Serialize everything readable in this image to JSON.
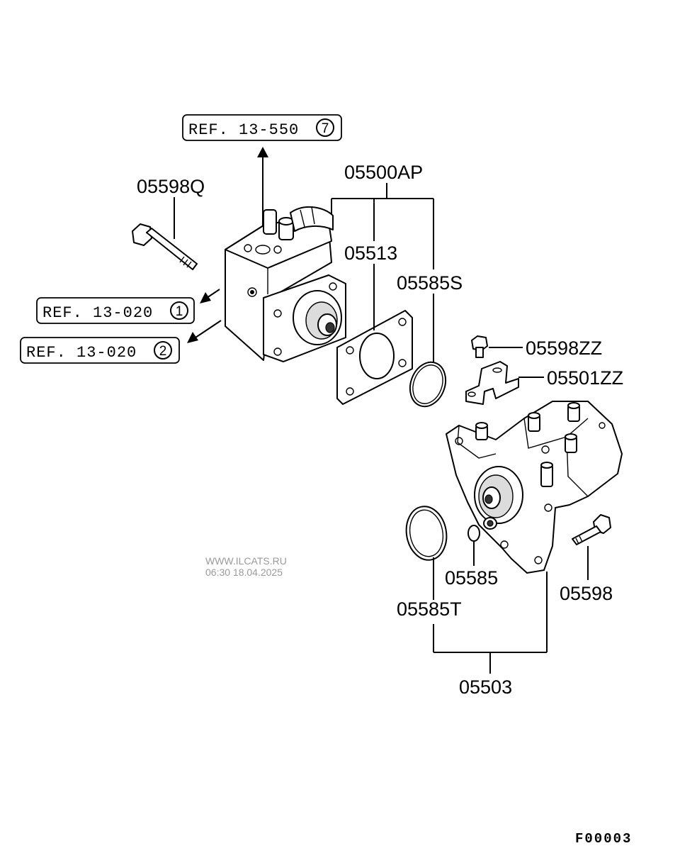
{
  "references": {
    "ref_top": {
      "text": "REF. 13-550",
      "circled": "7"
    },
    "ref_mid": {
      "text": "REF. 13-020",
      "circled": "1"
    },
    "ref_low": {
      "text": "REF. 13-020",
      "circled": "2"
    }
  },
  "parts": {
    "p05598Q": "05598Q",
    "p05500AP": "05500AP",
    "p05513": "05513",
    "p05585S": "05585S",
    "p05598ZZ": "05598ZZ",
    "p05501ZZ": "05501ZZ",
    "p05585": "05585",
    "p05598": "05598",
    "p05585T": "05585T",
    "p05503": "05503"
  },
  "watermark": {
    "site": "WWW.ILCATS.RU",
    "timestamp": "06:30 18.04.2025"
  },
  "figure_code": "F00003"
}
